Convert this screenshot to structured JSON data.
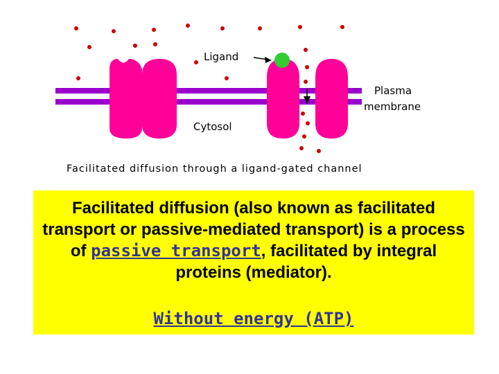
{
  "diagram": {
    "labels": {
      "ligand": "Ligand",
      "plasma_line1": "Plasma",
      "plasma_line2": "membrane",
      "cytosol": "Cytosol",
      "caption": "Facilitated diffusion through a ligand-gated channel"
    },
    "colors": {
      "channel": "#ff0099",
      "membrane": "#9900cc",
      "ligand": "#33cc33",
      "particle": "#cc0000"
    }
  },
  "text": {
    "part1": "Facilitated diffusion (also known as facilitated transport or passive-mediated transport) is a process of ",
    "link": "passive transport",
    "part2": ", facilitated by integral proteins (mediator).",
    "energy_link": "Without energy (ATP)"
  }
}
